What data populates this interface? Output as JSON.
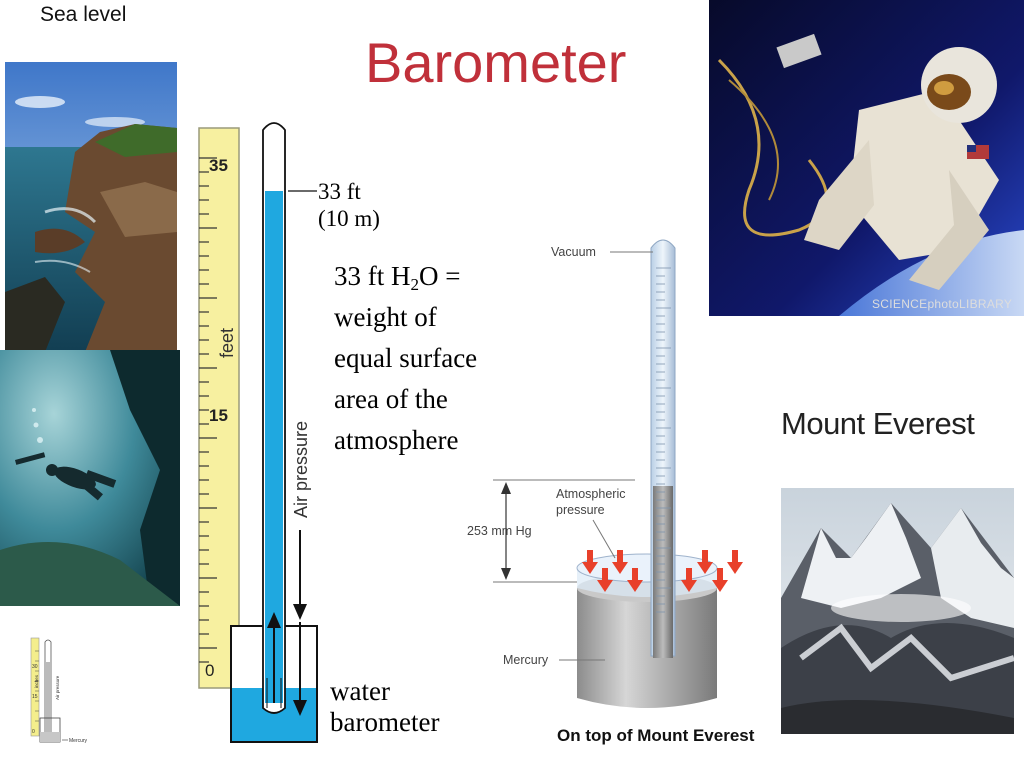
{
  "slide": {
    "title": "Barometer",
    "description_lines": [
      "weight of",
      "equal surface",
      "area of the",
      "atmosphere"
    ],
    "description_formula": {
      "prefix": "33 ft H",
      "subscript": "2",
      "suffix": "O ="
    }
  },
  "photos": {
    "sea_level_label": "Sea level",
    "mount_everest_label": "Mount Everest",
    "astronaut_credit": "SCIENCEphotoLIBRARY"
  },
  "water_barometer": {
    "scale_label": "feet",
    "tick_35": "35",
    "tick_15": "15",
    "tick_0": "0",
    "height_label": "33 ft",
    "height_metric": "(10 m)",
    "air_pressure_label": "Air pressure",
    "name_line1": "water",
    "name_line2": "barometer"
  },
  "mercury_barometer": {
    "vacuum_label": "Vacuum",
    "atmospheric_label_line1": "Atmospheric",
    "atmospheric_label_line2": "pressure",
    "height_reading": "253 mm Hg",
    "mercury_label": "Mercury",
    "caption": "On top of Mount Everest"
  },
  "mini_barometer": {
    "scale_label": "inches",
    "tick_30": "30",
    "tick_15": "15",
    "tick_0": "0",
    "air_pressure_label": "Air pressure",
    "mercury_label": "Mercury"
  },
  "colors": {
    "title": "#c0303a",
    "water": "#1fa8e0",
    "ruler": "#f7f0a0",
    "arrow_red": "#e8402a"
  }
}
